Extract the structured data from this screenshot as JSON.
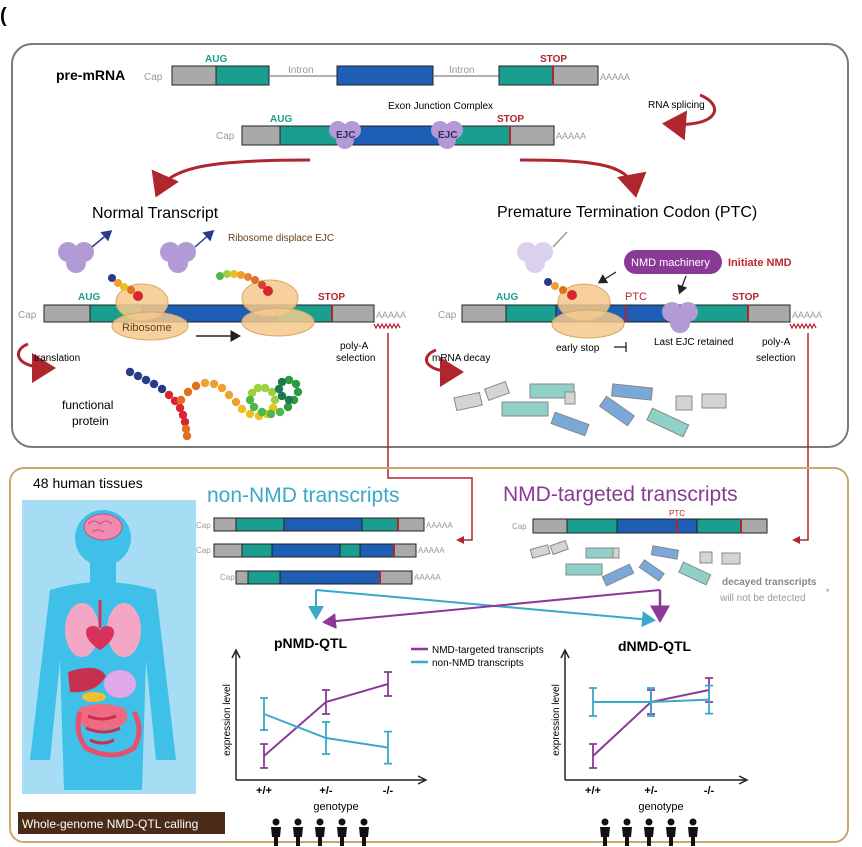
{
  "panel_letter": "(",
  "top_panel": {
    "pre_mrna": {
      "label": "pre-mRNA",
      "cap": "Cap",
      "aug": "AUG",
      "intron1": "Intron",
      "intron2": "Intron",
      "stop": "STOP",
      "polya": "AAAAA"
    },
    "splicing_label": "RNA splicing",
    "ejc_transcript": {
      "title": "Exon Junction Complex",
      "cap": "Cap",
      "aug": "AUG",
      "ejc1": "EJC",
      "ejc2": "EJC",
      "stop": "STOP",
      "polya": "AAAAA"
    },
    "normal": {
      "title": "Normal Transcript",
      "displace_label": "Ribosome displace EJC",
      "cap": "Cap",
      "aug": "AUG",
      "stop": "STOP",
      "polya": "AAAAA",
      "ribosome_label": "Ribosome",
      "translation_label": "translation",
      "polya_selection": [
        "poly-A",
        "selection"
      ],
      "protein_label": [
        "functional",
        "protein"
      ]
    },
    "ptc": {
      "title": "Premature Termination Codon (PTC)",
      "nmd_machinery": "NMD machinery",
      "initiate": "Initiate NMD",
      "cap": "Cap",
      "aug": "AUG",
      "ptc": "PTC",
      "stop": "STOP",
      "polya": "AAAAA",
      "early_stop": "early stop",
      "last_ejc": "Last EJC retained",
      "polya_selection": [
        "poly-A",
        "selection"
      ],
      "decay_label": "mRNA decay"
    }
  },
  "bottom_panel": {
    "tissues_title": "48 human tissues",
    "calling_label": "Whole-genome NMD-QTL calling",
    "non_nmd_title": "non-NMD transcripts",
    "nmd_title": "NMD-targeted transcripts",
    "cap": "Cap",
    "polya": "AAAAA",
    "ptc": "PTC",
    "decayed_note": [
      "decayed transcripts",
      "will not be detected"
    ],
    "decayed_mark": "*",
    "pnmd_title": "pNMD-QTL",
    "dnmd_title": "dNMD-QTL",
    "legend": [
      "NMD-targeted transcripts",
      "non-NMD transcripts"
    ],
    "ylabel": "expression level",
    "xlabel": "genotype",
    "genotypes": [
      "+/+",
      "+/-",
      "-/-"
    ]
  },
  "colors": {
    "nmd": "#8a3a96",
    "non_nmd": "#3aa8c8",
    "teal": "#1a9e8f",
    "blue": "#1d5fb4",
    "grey": "#a9a9a9",
    "red": "#b0262e",
    "ejc": "#b19ad6",
    "calling_bg": "#4a2b17",
    "body_bg": "#a6dcf4"
  },
  "chart_data": [
    {
      "type": "line",
      "title": "pNMD-QTL",
      "xlabel": "genotype",
      "ylabel": "expression level",
      "categories": [
        "+/+",
        "+/-",
        "-/-"
      ],
      "series": [
        {
          "name": "NMD-targeted transcripts",
          "values": [
            0.2,
            0.65,
            0.8
          ]
        },
        {
          "name": "non-NMD transcripts",
          "values": [
            0.55,
            0.35,
            0.27
          ]
        }
      ],
      "legend": "top"
    },
    {
      "type": "line",
      "title": "dNMD-QTL",
      "xlabel": "genotype",
      "ylabel": "expression level",
      "categories": [
        "+/+",
        "+/-",
        "-/-"
      ],
      "series": [
        {
          "name": "NMD-targeted transcripts",
          "values": [
            0.2,
            0.65,
            0.75
          ]
        },
        {
          "name": "non-NMD transcripts",
          "values": [
            0.65,
            0.65,
            0.67
          ]
        }
      ]
    }
  ]
}
